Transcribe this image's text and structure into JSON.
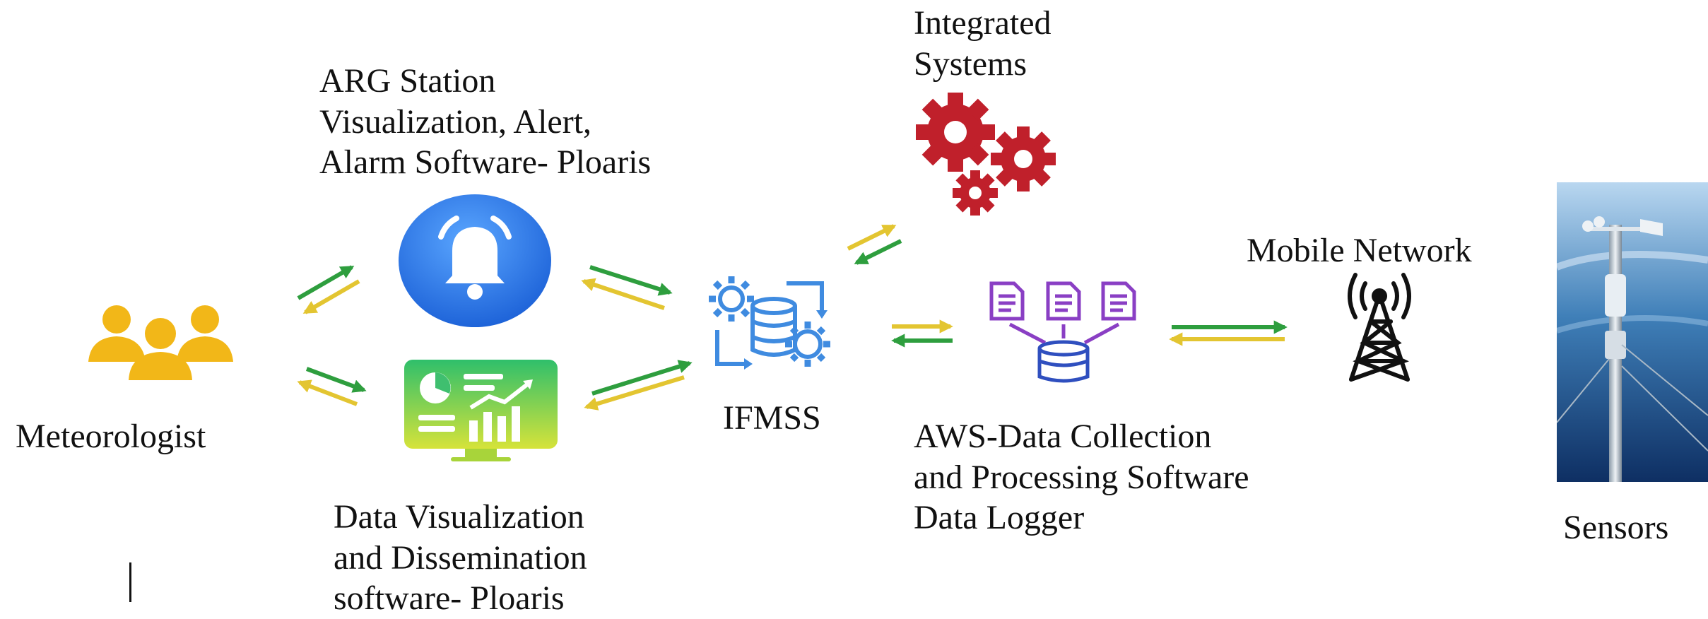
{
  "meteorologist": {
    "label": "Meteorologist",
    "icon": "people-group-icon"
  },
  "arg_station": {
    "lines": [
      "ARG Station",
      "Visualization, Alert,",
      "Alarm Software- Ploaris"
    ],
    "icon": "bell-icon"
  },
  "data_visualization": {
    "lines": [
      "Data Visualization",
      "and Dissemination",
      "software- Ploaris"
    ],
    "icon": "monitor-dashboard-icon"
  },
  "ifmss": {
    "label": "IFMSS",
    "icon": "gears-database-icon"
  },
  "integrated_systems": {
    "lines": [
      "Integrated",
      "Systems"
    ],
    "icon": "red-gears-icon"
  },
  "aws": {
    "lines": [
      "AWS-Data Collection",
      "and Processing Software",
      "Data Logger"
    ],
    "icon": "documents-database-icon"
  },
  "mobile_network": {
    "label": "Mobile Network",
    "icon": "cell-tower-icon"
  },
  "sensors": {
    "label": "Sensors",
    "icon": "weather-station-photo"
  },
  "colors": {
    "arrow_green": "#2e9e3e",
    "arrow_yellow": "#e3c531",
    "people": "#f2b718",
    "bell_blue": "#2b7be8",
    "gear_red": "#c0202b",
    "ifmss_blue": "#3f8be0",
    "aws_purple": "#8a3fc4",
    "aws_blue": "#2f4fbf"
  }
}
